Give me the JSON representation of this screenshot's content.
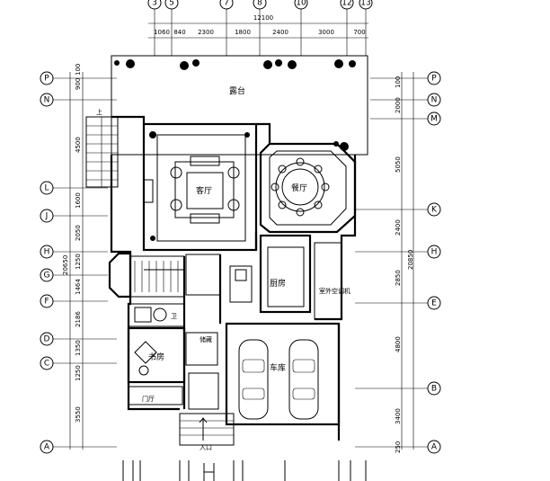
{
  "top_axes": [
    "3",
    "5",
    "7",
    "8",
    "10",
    "12",
    "13"
  ],
  "top_total": "12100",
  "top_dims": [
    "1060",
    "840",
    "2300",
    "1800",
    "2400",
    "3000",
    "700"
  ],
  "left_axes": [
    "P",
    "N",
    "L",
    "J",
    "H",
    "G",
    "F",
    "D",
    "C",
    "A"
  ],
  "right_axes": [
    "P",
    "N",
    "M",
    "K",
    "H",
    "E",
    "B",
    "A"
  ],
  "left_dims": [
    "900",
    "100",
    "4500",
    "1600",
    "2050",
    "1250",
    "1464",
    "2186",
    "1350",
    "1250",
    "3550"
  ],
  "left_total": "20650",
  "right_dims": [
    "100",
    "2000",
    "5050",
    "2400",
    "2850",
    "4800",
    "3400",
    "250"
  ],
  "right_total": "20850",
  "rooms": {
    "terrace": "露台",
    "living": "客厅",
    "dining": "餐厅",
    "kitchen": "厨房",
    "garage": "车库",
    "hall": "门厅",
    "outdoor_ac": "室外空调机",
    "study": "书房",
    "storage": "储藏",
    "entrance": "入口",
    "up": "上",
    "bath": "卫"
  }
}
